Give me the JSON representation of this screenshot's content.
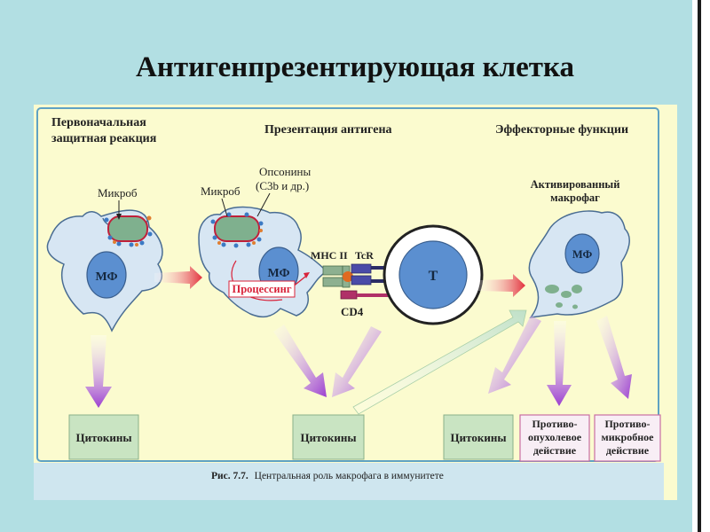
{
  "slide": {
    "title": "Антигенпрезентирующая клетка"
  },
  "figure": {
    "sections": {
      "primary": "Первоначальная защитная реакция",
      "presentation": "Презентация антигена",
      "effector": "Эффекторные функции"
    },
    "labels": {
      "microbe_1": "Микроб",
      "microbe_2": "Микроб",
      "opsonins": "Опсонины (C3b и др.)",
      "activated_macrophage": "Активированный макрофаг",
      "mf_1": "МФ",
      "mf_2": "МФ",
      "mf_3": "МФ",
      "processing": "Процессинг",
      "mhc2": "MHC II",
      "tcr": "TcR",
      "cd4": "CD4",
      "t_cell": "T"
    },
    "boxes": {
      "cytokines_1": "Цитокины",
      "cytokines_2": "Цитокины",
      "cytokines_3": "Цитокины",
      "antitumor": "Противо-опухолевое действие",
      "antimicrobial": "Противо-микробное действие"
    },
    "caption": {
      "prefix": "Рис. 7.7.",
      "text": "Центральная роль макрофага в иммунитете"
    }
  },
  "colors": {
    "background": "#b2dfe3",
    "panel": "#fbfbcf",
    "cell": "#d7e6f3",
    "nucleus": "#5b8fd0",
    "box": "#c9e4c2",
    "pink_box": "#f8eef5",
    "arrow_purple": "#a04ad0"
  }
}
